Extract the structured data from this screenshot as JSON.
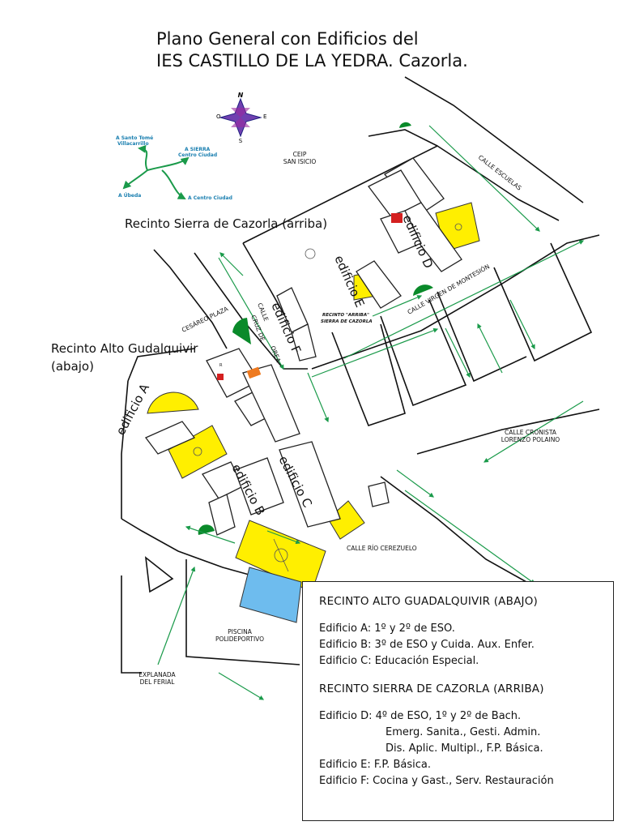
{
  "title": {
    "line1": "Plano General con Edificios del",
    "line2": "IES CASTILLO DE LA YEDRA. Cazorla."
  },
  "compass": {
    "n": "N",
    "s": "S",
    "e": "E",
    "o": "O"
  },
  "directions": {
    "santo_tome_1": "A Santo Tomé",
    "santo_tome_2": "Villacarrillo",
    "sierra_1": "A SIERRA",
    "sierra_2": "Centro Ciudad",
    "ubeda": "A Úbeda",
    "centro": "A Centro Ciudad"
  },
  "places": {
    "ceip_1": "CEIP",
    "ceip_2": "SAN ISICIO",
    "calle_escuelas": "CALLE ESCUELAS",
    "calle_virgen": "CALLE VIRGEN DE MONTESIÓN",
    "cesareo": "CESÁREO PLAZA",
    "cruz_oreja_1": "CALLE",
    "cruz_oreja_2": "CRUZ DE",
    "cruz_oreja_3": "OREA",
    "recinto_arriba_1": "RECINTO \"ARRIBA\"",
    "recinto_arriba_2": "SIERRA DE CAZORLA",
    "cronista_1": "CALLE CRONISTA",
    "cronista_2": "LORENZO POLAINO",
    "rio": "CALLE RÍO CEREZUELO",
    "piscina_1": "PISCINA",
    "piscina_2": "POLIDEPORTIVO",
    "explanada_1": "EXPLANADA",
    "explanada_2": "DEL FERIAL",
    "r_mark": "R"
  },
  "buildings": {
    "a": "edificio A",
    "b": "edificio B",
    "c": "edificio C",
    "d": "edificio D",
    "e": "edificio E",
    "f": "edificio F"
  },
  "recintos": {
    "arriba": "Recinto Sierra de Cazorla (arriba)",
    "abajo_1": "Recinto Alto Gudalquivir",
    "abajo_2": "(abajo)"
  },
  "legend": {
    "heading1": "RECINTO ALTO GUADALQUIVIR (ABAJO)",
    "a": "Edificio A: 1º y 2º de ESO.",
    "b": "Edificio B: 3º de ESO y Cuida. Aux. Enfer.",
    "c": "Edificio C: Educación Especial.",
    "heading2": "RECINTO SIERRA DE CAZORLA (ARRIBA)",
    "d": "Edificio D: 4º de ESO, 1º y 2º de Bach.",
    "d2": "Emerg. Sanita., Gesti. Admin.",
    "d3": "Dis. Aplic. Multipl., F.P. Básica.",
    "e": "Edificio E: F.P. Básica.",
    "f": "Edificio F: Cocina y Gast., Serv. Restauración"
  },
  "colors": {
    "field": "#ffef00",
    "pool": "#6ebcee",
    "tree": "#0a8a2a",
    "arrow": "#1a9a4a",
    "compass": "#7040b0",
    "direction_text": "#1a7fb0",
    "red_block": "#d42020",
    "orange_block": "#ee7a20"
  }
}
